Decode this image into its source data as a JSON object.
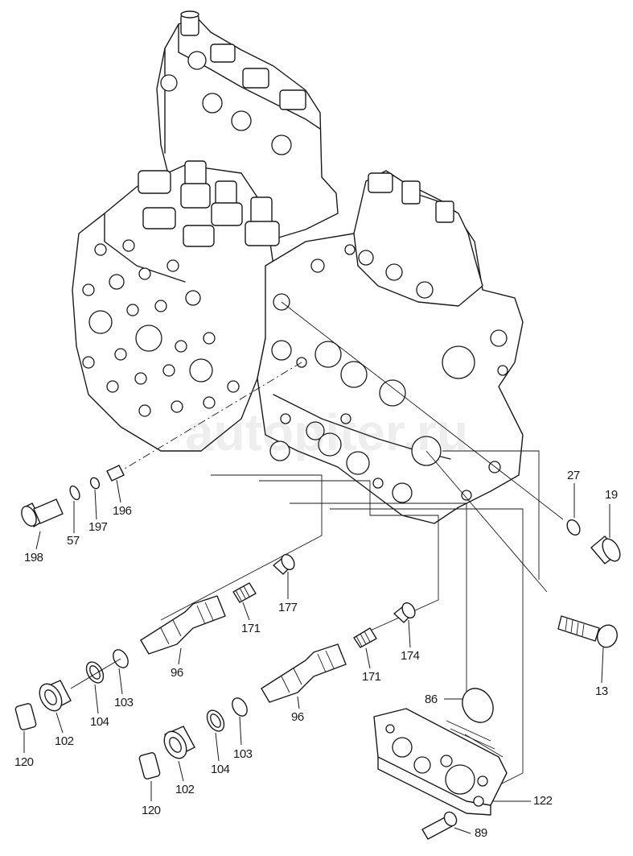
{
  "watermark": "autopiter.ru",
  "callouts": [
    {
      "id": "198",
      "text": "198"
    },
    {
      "id": "57",
      "text": "57"
    },
    {
      "id": "197",
      "text": "197"
    },
    {
      "id": "196",
      "text": "196"
    },
    {
      "id": "27",
      "text": "27"
    },
    {
      "id": "19",
      "text": "19"
    },
    {
      "id": "177",
      "text": "177"
    },
    {
      "id": "171a",
      "text": "171"
    },
    {
      "id": "96a",
      "text": "96"
    },
    {
      "id": "103a",
      "text": "103"
    },
    {
      "id": "104a",
      "text": "104"
    },
    {
      "id": "102a",
      "text": "102"
    },
    {
      "id": "120a",
      "text": "120"
    },
    {
      "id": "174",
      "text": "174"
    },
    {
      "id": "171b",
      "text": "171"
    },
    {
      "id": "13",
      "text": "13"
    },
    {
      "id": "96b",
      "text": "96"
    },
    {
      "id": "86",
      "text": "86"
    },
    {
      "id": "103b",
      "text": "103"
    },
    {
      "id": "104b",
      "text": "104"
    },
    {
      "id": "102b",
      "text": "102"
    },
    {
      "id": "120b",
      "text": "120"
    },
    {
      "id": "122",
      "text": "122"
    },
    {
      "id": "89",
      "text": "89"
    }
  ]
}
